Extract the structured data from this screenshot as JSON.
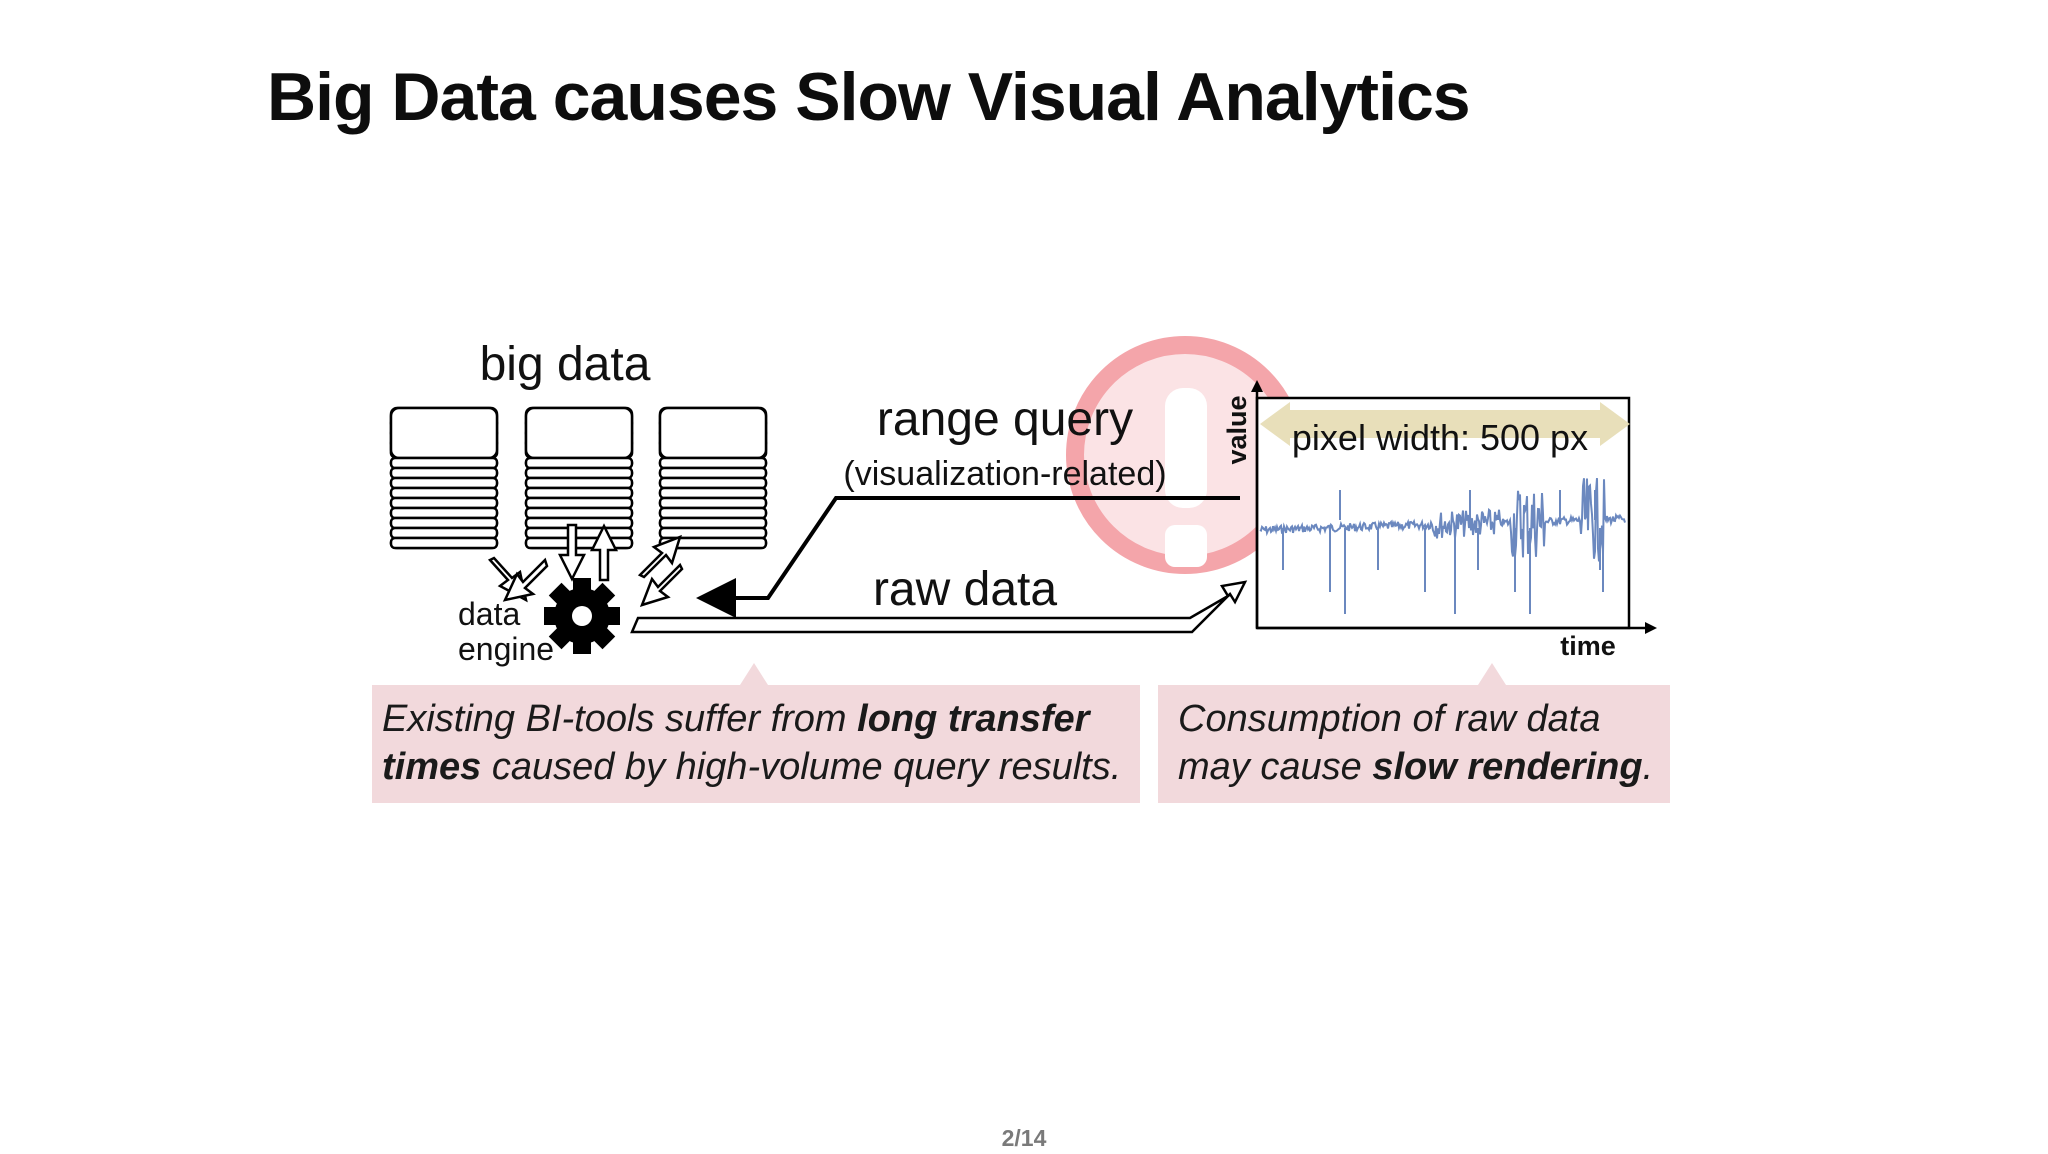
{
  "slide": {
    "title": "Big Data causes Slow Visual Analytics",
    "page_number": "2/14"
  },
  "diagram": {
    "big_data_label": "big data",
    "engine_label_line1": "data",
    "engine_label_line2": "engine",
    "range_query_label": "range query",
    "range_query_sublabel": "(visualization-related)",
    "raw_data_label": "raw data",
    "warning_color": "#f4a5aa",
    "plot": {
      "y_axis_label": "value",
      "x_axis_label": "time",
      "pixel_width_label": "pixel width: 500 px",
      "line_color": "#6b88bf",
      "band_color": "#e6dcb4"
    }
  },
  "callouts": {
    "left": {
      "pre": "Existing BI-tools suffer from ",
      "bold": "long transfer times",
      "post": " caused by high-volume query results."
    },
    "right": {
      "pre": "Consumption of raw data may cause ",
      "bold": "slow rendering",
      "post": "."
    }
  }
}
